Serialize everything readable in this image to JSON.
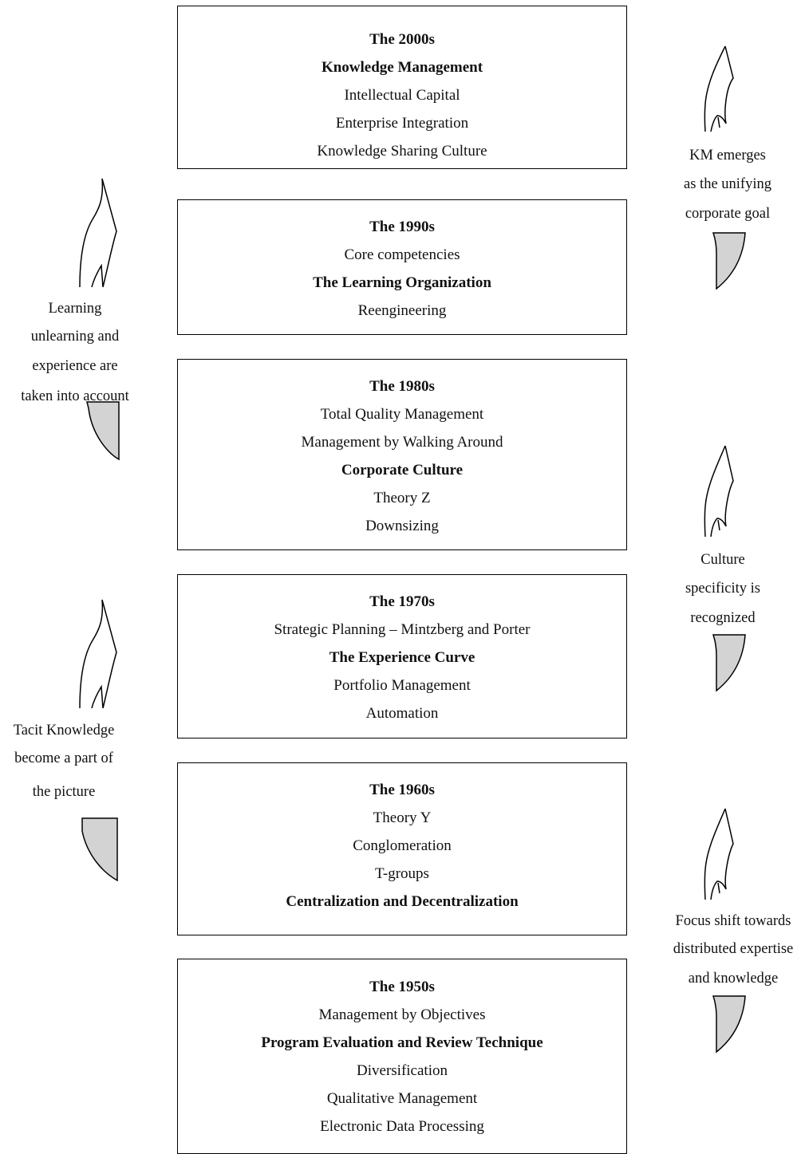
{
  "eras": [
    {
      "id": "2000s",
      "lines": [
        {
          "text": "The 2000s",
          "bold": true
        },
        {
          "text": "Knowledge Management",
          "bold": true
        },
        {
          "text": "Intellectual Capital",
          "bold": false
        },
        {
          "text": "Enterprise Integration",
          "bold": false
        },
        {
          "text": "Knowledge Sharing Culture",
          "bold": false
        }
      ]
    },
    {
      "id": "1990s",
      "lines": [
        {
          "text": "The 1990s",
          "bold": true
        },
        {
          "text": "Core competencies",
          "bold": false
        },
        {
          "text": "The Learning Organization",
          "bold": true
        },
        {
          "text": "Reengineering",
          "bold": false
        }
      ]
    },
    {
      "id": "1980s",
      "lines": [
        {
          "text": "The 1980s",
          "bold": true
        },
        {
          "text": "Total Quality Management",
          "bold": false
        },
        {
          "text": "Management by Walking Around",
          "bold": false
        },
        {
          "text": "Corporate Culture",
          "bold": true
        },
        {
          "text": "Theory Z",
          "bold": false
        },
        {
          "text": "Downsizing",
          "bold": false
        }
      ]
    },
    {
      "id": "1970s",
      "lines": [
        {
          "text": "The 1970s",
          "bold": true
        },
        {
          "text": "Strategic Planning – Mintzberg and Porter",
          "bold": false
        },
        {
          "text": "The Experience Curve",
          "bold": true
        },
        {
          "text": "Portfolio Management",
          "bold": false
        },
        {
          "text": "Automation",
          "bold": false
        }
      ]
    },
    {
      "id": "1960s",
      "lines": [
        {
          "text": "The 1960s",
          "bold": true
        },
        {
          "text": "Theory Y",
          "bold": false
        },
        {
          "text": "Conglomeration",
          "bold": false
        },
        {
          "text": "T-groups",
          "bold": false
        },
        {
          "text": "Centralization and Decentralization",
          "bold": true
        }
      ]
    },
    {
      "id": "1950s",
      "lines": [
        {
          "text": "The 1950s",
          "bold": true
        },
        {
          "text": "Management by Objectives",
          "bold": false
        },
        {
          "text": "Program Evaluation and Review Technique",
          "bold": true
        },
        {
          "text": "Diversification",
          "bold": false
        },
        {
          "text": "Qualitative Management",
          "bold": false
        },
        {
          "text": "Electronic Data Processing",
          "bold": false
        }
      ]
    }
  ],
  "notes": {
    "right_top": [
      "KM emerges",
      "as the unifying",
      "corporate goal"
    ],
    "left_top": [
      "Learning",
      "unlearning and",
      "experience are",
      "taken into account"
    ],
    "right_middle": [
      "Culture",
      "specificity is",
      "recognized"
    ],
    "left_bottom": [
      "Tacit Knowledge",
      "become a part of",
      "the picture"
    ],
    "right_bottom": [
      "Focus shift towards",
      "distributed expertise",
      "and knowledge"
    ]
  },
  "colors": {
    "arrow_fill": "#d3d3d3",
    "border": "#000000"
  }
}
